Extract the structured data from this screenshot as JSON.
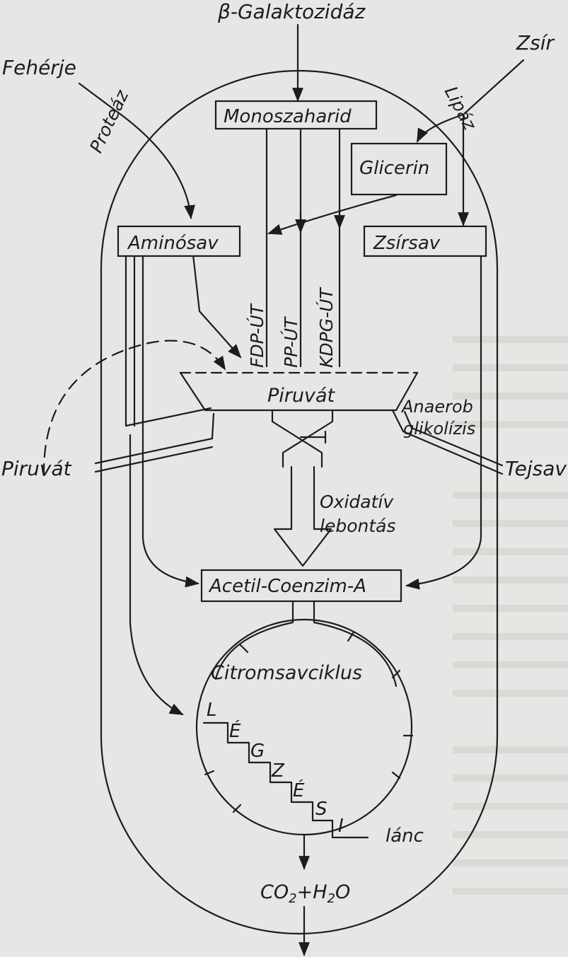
{
  "labels": {
    "galaktozidaz": "β-Galaktozidáz",
    "feherje": "Fehérje",
    "zsir": "Zsír",
    "proteaz": "Proteáz",
    "lipaz": "Lipáz",
    "monoszaharid": "Monoszaharid",
    "glicerin": "Glicerin",
    "aminosav": "Aminósav",
    "zsirsav": "Zsírsav",
    "fdp_ut": "FDP-ÚT",
    "pp_ut": "PP-ÚT",
    "kdpg_ut": "KDPG-ÚT",
    "piruvat_center": "Piruvát",
    "anaerob": "Anaerob",
    "glikolizis": "glikolízis",
    "piruvat_left": "Piruvát",
    "tejsav": "Tejsav",
    "oxidativ": "Oxidatív",
    "lebontas": "lebontás",
    "acetil": "Acetil-Coenzim-A",
    "citromsavciklus": "Citromsavciklus",
    "lanc_letters": [
      "L",
      "É",
      "G",
      "Z",
      "É",
      "S",
      "I"
    ],
    "lanc": "lánc",
    "co2": "CO",
    "sub_2a": "2",
    "plus": "+",
    "h": "H",
    "sub_2b": "2",
    "o": "O"
  }
}
